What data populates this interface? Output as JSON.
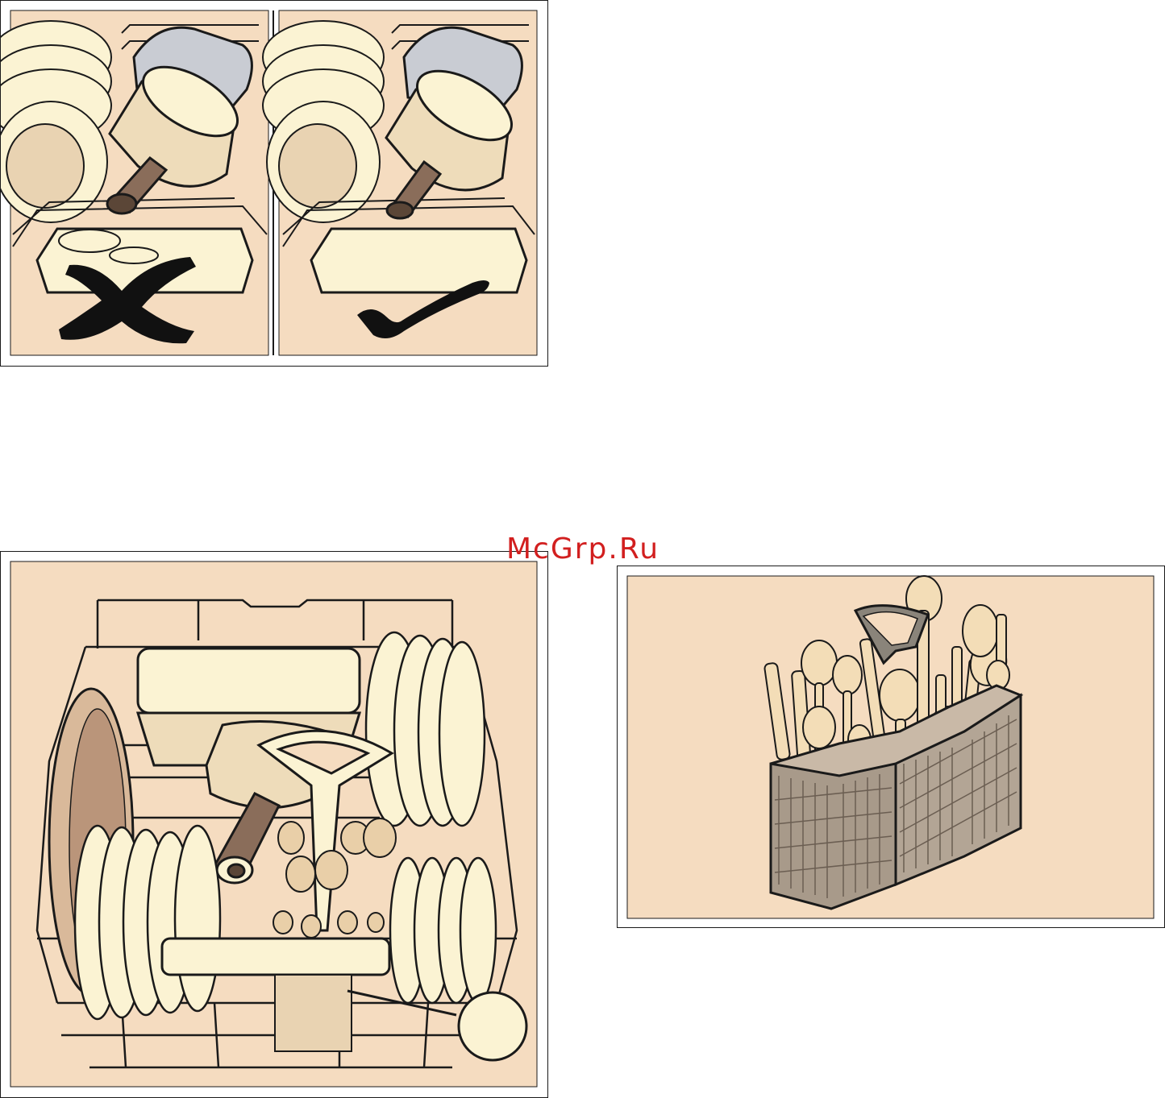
{
  "watermark": {
    "text": "McGrp.Ru"
  },
  "figures": [
    {
      "id": "loading-wrong-right",
      "panels": [
        "wrong",
        "right"
      ],
      "marks": [
        "cross-icon",
        "check-icon"
      ]
    },
    {
      "id": "upper-basket-loaded"
    },
    {
      "id": "cutlery-basket"
    }
  ],
  "colors": {
    "background_panel": "#f5dcc0",
    "dish": "#fbf3d3",
    "dish_shadow": "#e9d3b2",
    "outline": "#1a1a1a",
    "mark": "#111111",
    "watermark": "#d21f1f"
  }
}
